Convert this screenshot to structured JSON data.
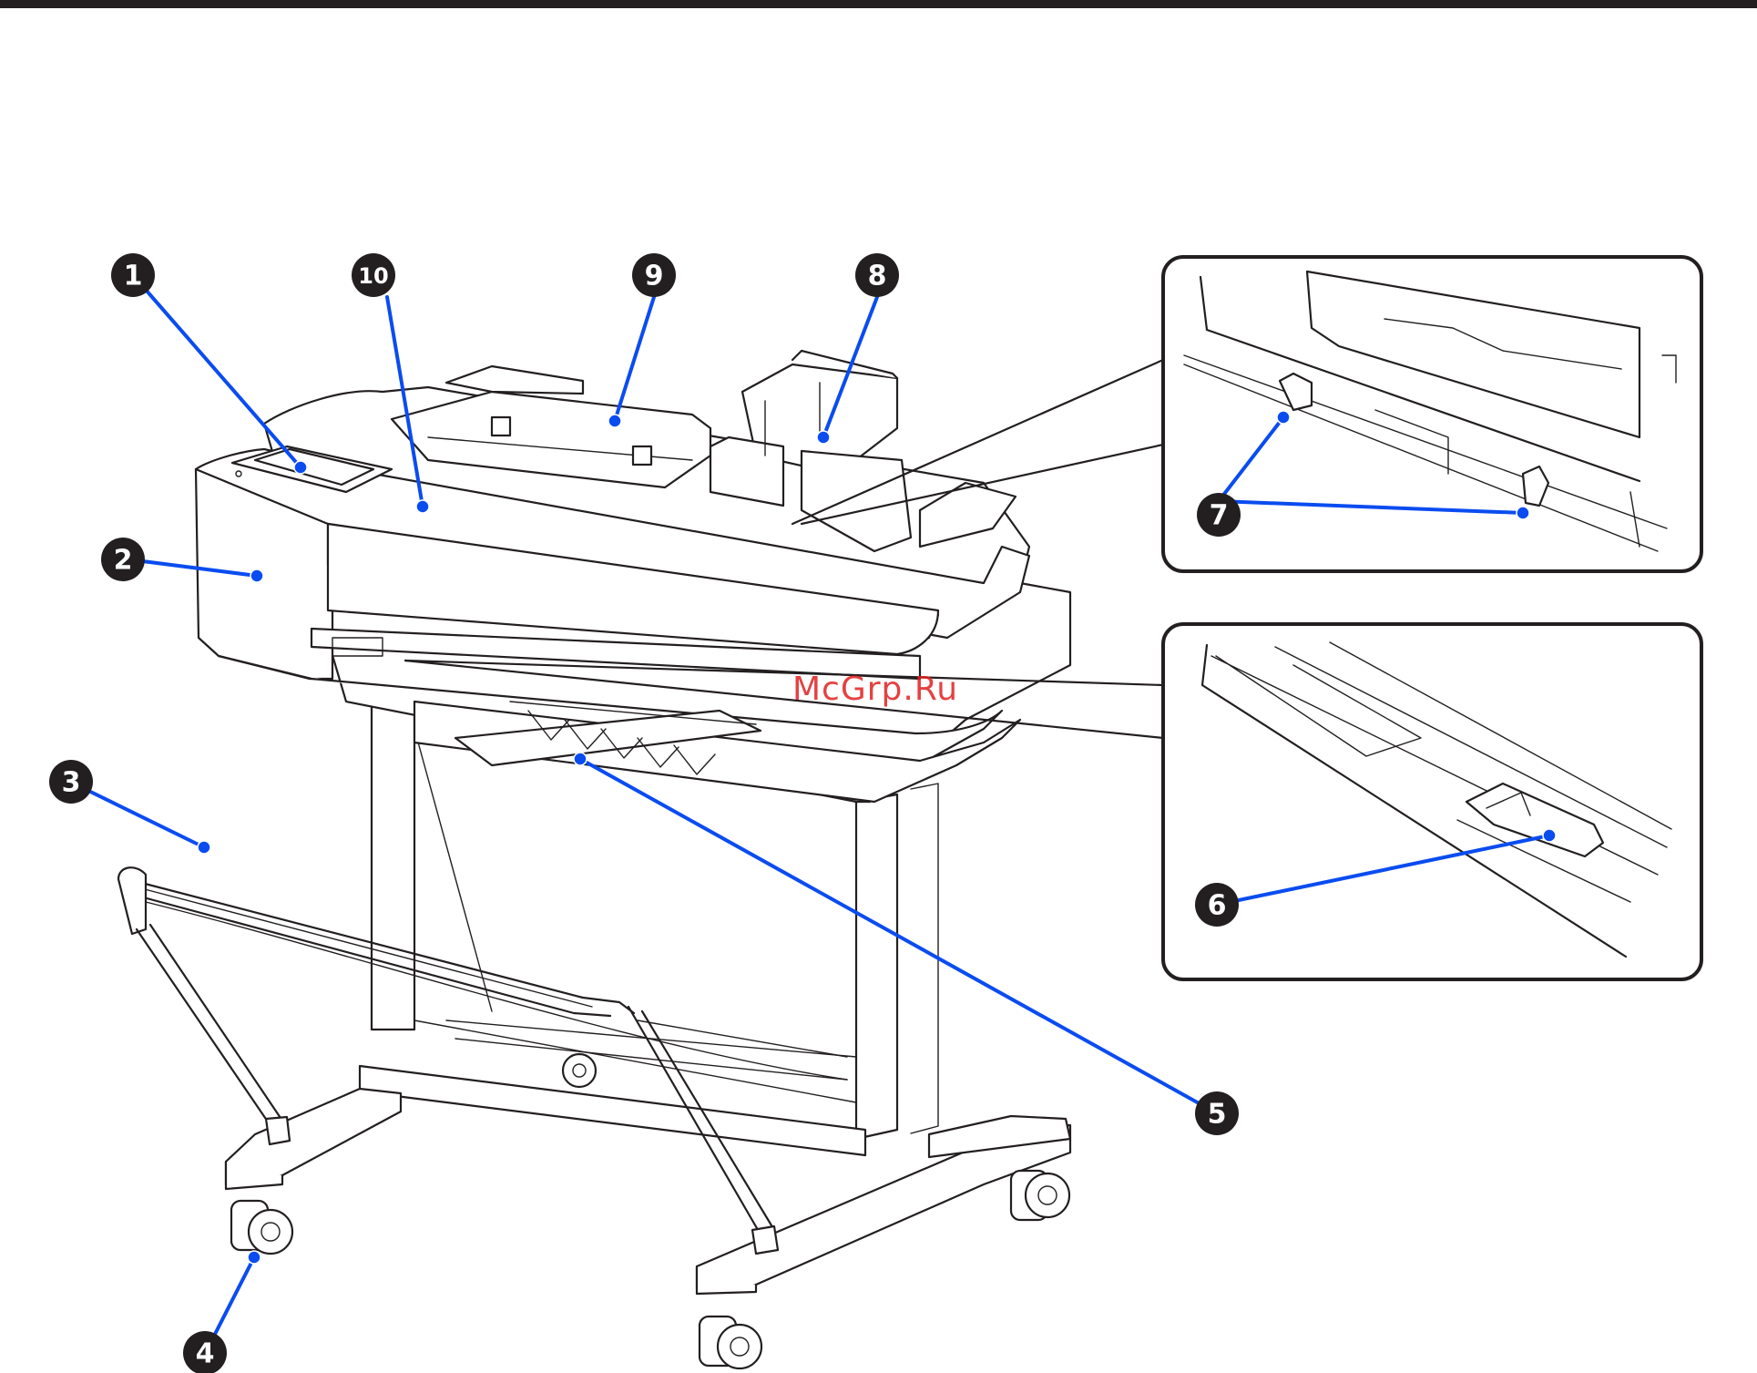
{
  "watermark": "McGrp.Ru",
  "callouts": [
    {
      "label": "1",
      "part": "control-panel"
    },
    {
      "label": "2",
      "part": "front-cover"
    },
    {
      "label": "3",
      "part": "paper-basket"
    },
    {
      "label": "4",
      "part": "caster"
    },
    {
      "label": "5",
      "part": "paper-output-guide"
    },
    {
      "label": "6",
      "part": "paper-eject-roller"
    },
    {
      "label": "7",
      "part": "edge-guides"
    },
    {
      "label": "8",
      "part": "auto-sheet-feeder"
    },
    {
      "label": "9",
      "part": "roll-paper-cover"
    },
    {
      "label": "10",
      "part": "printer-cover"
    }
  ],
  "colors": {
    "callout": "#0a4cf0",
    "badge": "#231f20",
    "outline": "#231f20",
    "watermark": "#e02020"
  }
}
